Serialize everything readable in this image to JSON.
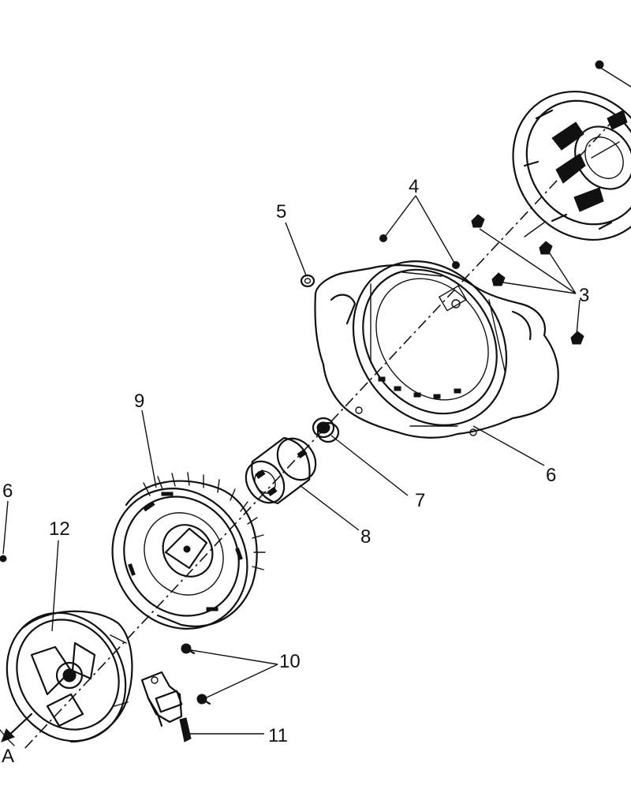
{
  "callouts": {
    "c3": "3",
    "c4": "4",
    "c5": "5",
    "c6a": "6",
    "c6b": "6",
    "c7": "7",
    "c8": "8",
    "c9": "9",
    "c10": "10",
    "c11": "11",
    "c12": "12",
    "arrow_label": "A"
  },
  "colors": {
    "ink": "#111111",
    "paper": "#ffffff"
  }
}
